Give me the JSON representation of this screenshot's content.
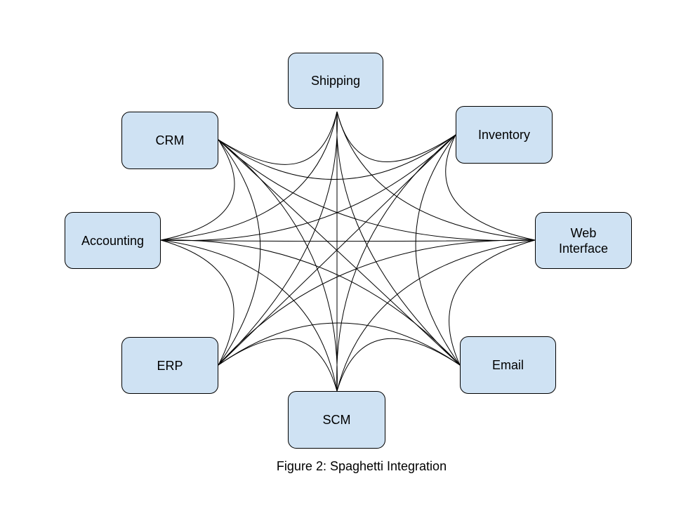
{
  "diagram": {
    "nodes": [
      {
        "id": "shipping",
        "label": "Shipping"
      },
      {
        "id": "inventory",
        "label": "Inventory"
      },
      {
        "id": "web",
        "label": "Web\nInterface"
      },
      {
        "id": "email",
        "label": "Email"
      },
      {
        "id": "scm",
        "label": "SCM"
      },
      {
        "id": "erp",
        "label": "ERP"
      },
      {
        "id": "accounting",
        "label": "Accounting"
      },
      {
        "id": "crm",
        "label": "CRM"
      }
    ],
    "connections": "every node connected to every other node (fully meshed)",
    "colors": {
      "node_fill": "#cfe2f3",
      "node_border": "#000000",
      "wire": "#000000"
    }
  },
  "caption": "Figure 2: Spaghetti Integration"
}
